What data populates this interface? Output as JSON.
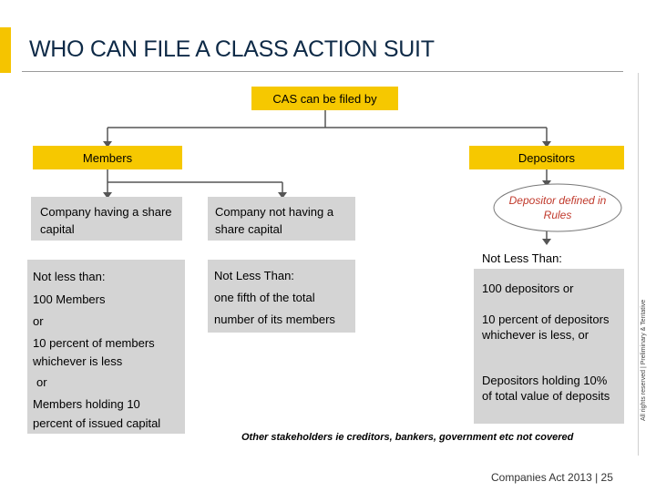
{
  "title": "WHO CAN FILE A CLASS ACTION SUIT",
  "root": "CAS can be filed by",
  "members": "Members",
  "depositors": "Depositors",
  "company_with_capital": "Company having a share capital",
  "company_without_capital": "Company not having a share capital",
  "depositor_defined": "Depositor defined in Rules",
  "members_criteria": {
    "heading": "Not less than:",
    "line1": "100 Members",
    "or1": "or",
    "line2": "10 percent of members whichever is less",
    "or2": "or",
    "line3": "Members holding 10 percent of issued capital"
  },
  "nonshare_criteria": {
    "heading": "Not Less Than:",
    "line1": "one fifth of the total",
    "line2": "number of its members"
  },
  "depositor_criteria": {
    "heading": "Not Less Than:",
    "line1": "100 depositors or",
    "line2": "10 percent of depositors whichever is less, or",
    "line3": "Depositors holding 10% of total value of deposits"
  },
  "other_note": "Other stakeholders ie creditors, bankers, government etc not covered",
  "footer": "Companies Act 2013 | 25",
  "side_note": "All rights reserved | Preliminary & Tentative",
  "colors": {
    "accent": "#f6c800",
    "box_grey": "#d4d4d4",
    "title": "#0e2a47",
    "depositor_text": "#c0392b"
  }
}
